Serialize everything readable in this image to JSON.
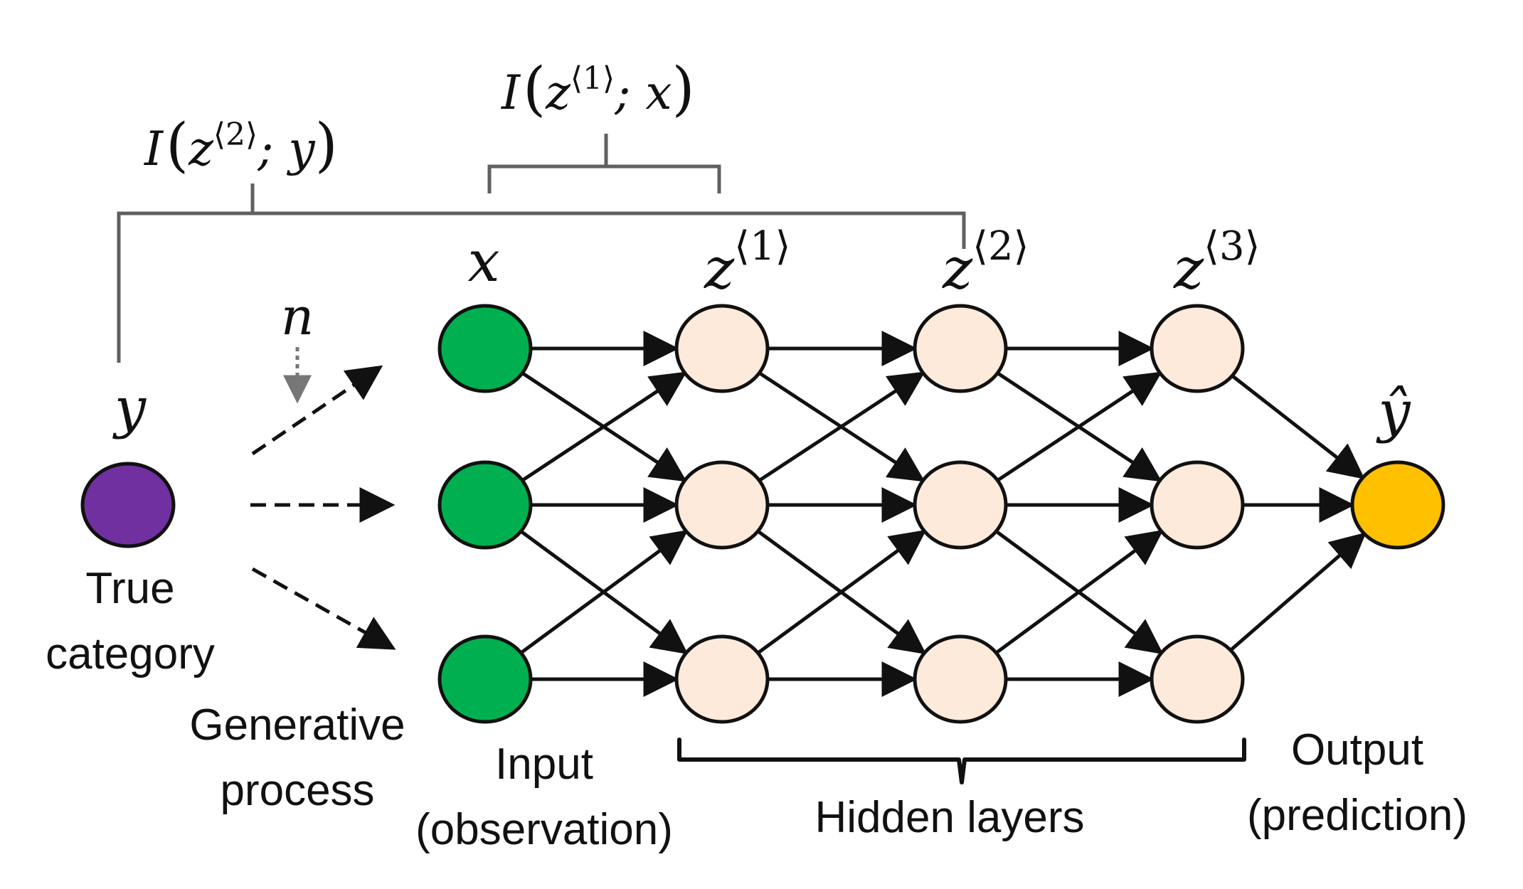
{
  "colors": {
    "true_category_node": "#7030A0",
    "input_node": "#00B050",
    "hidden_node": "#FDEADA",
    "output_node": "#FFC000",
    "edge": "#111111",
    "bracket": "#606060"
  },
  "labels": {
    "mi_x_prefix": "I",
    "mi_x_var": "z",
    "mi_x_sup": "⟨1⟩",
    "mi_x_arg": "; x",
    "mi_y_prefix": "I",
    "mi_y_var": "z",
    "mi_y_sup": "⟨2⟩",
    "mi_y_arg": "; y",
    "y": "y",
    "n": "n",
    "x": "x",
    "z": "z",
    "z1_sup": "⟨1⟩",
    "z2_sup": "⟨2⟩",
    "z3_sup": "⟨3⟩",
    "y_hat": "ŷ"
  },
  "captions": {
    "true_category_line1": "True",
    "true_category_line2": "category",
    "generative_line1": "Generative",
    "generative_line2": "process",
    "input_line1": "Input",
    "input_line2": "(observation)",
    "hidden": "Hidden layers",
    "output_line1": "Output",
    "output_line2": "(prediction)"
  }
}
